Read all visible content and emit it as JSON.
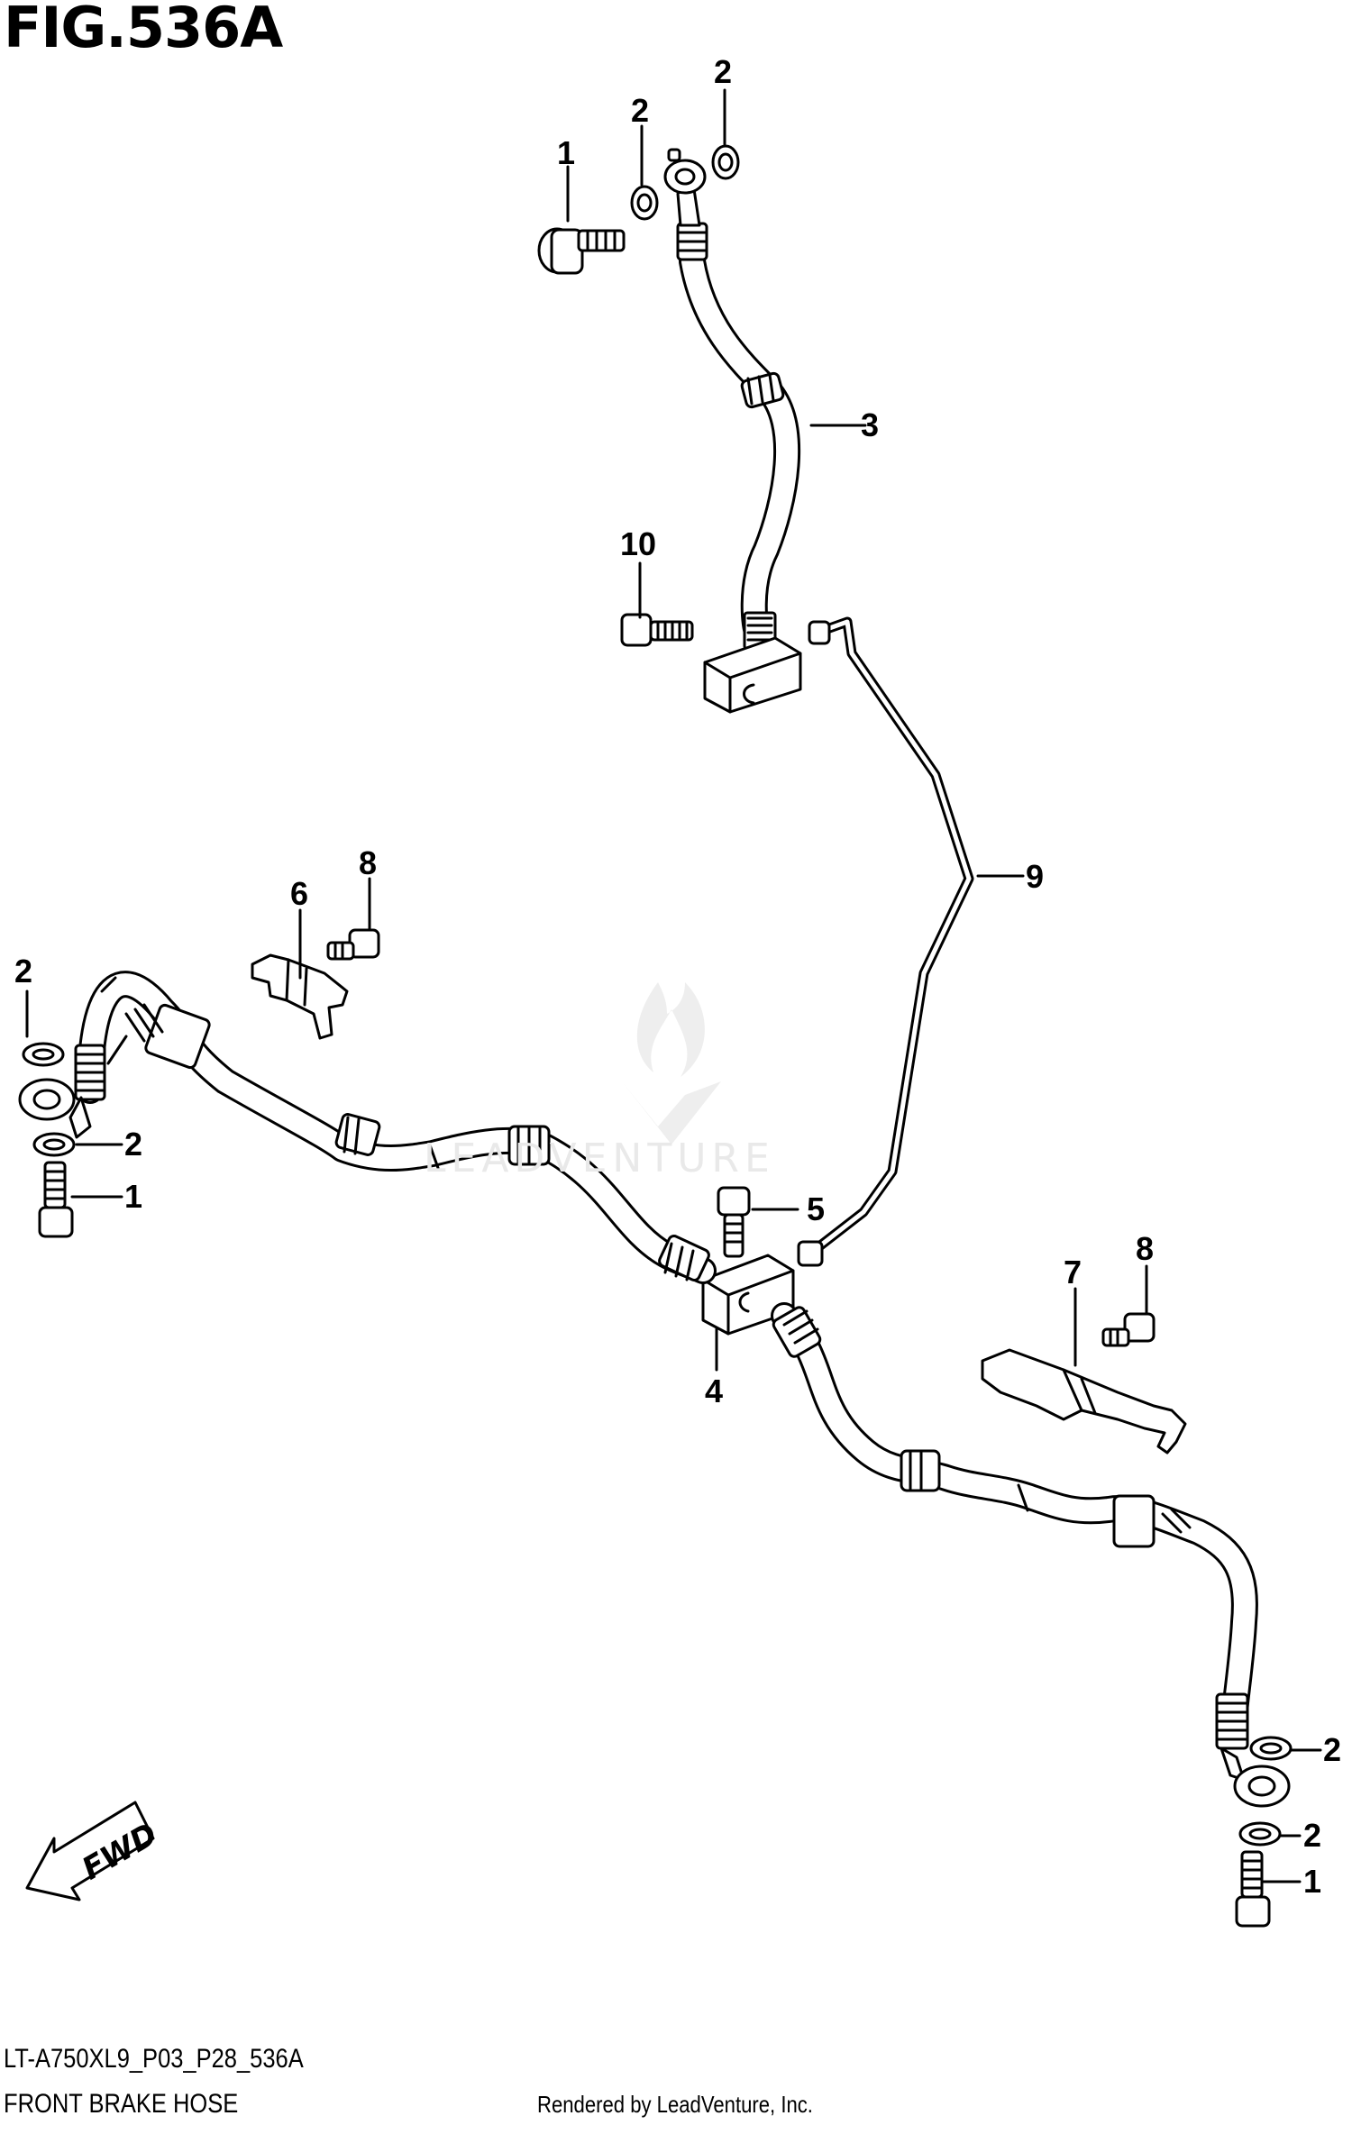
{
  "figure": {
    "title": "FIG.536A",
    "model_code": "LT-A750XL9_P03_P28_536A",
    "name": "FRONT BRAKE HOSE",
    "render_credit": "Rendered by LeadVenture, Inc.",
    "watermark": "LEADVENTURE",
    "fwd_label": "FWD"
  },
  "callouts": [
    {
      "id": "c1a",
      "label": "1",
      "part": "bolt"
    },
    {
      "id": "c2a",
      "label": "2",
      "part": "washer"
    },
    {
      "id": "c2b",
      "label": "2",
      "part": "washer"
    },
    {
      "id": "c3",
      "label": "3",
      "part": "upper brake hose"
    },
    {
      "id": "c10",
      "label": "10",
      "part": "bolt"
    },
    {
      "id": "c9",
      "label": "9",
      "part": "brake pipe"
    },
    {
      "id": "c6",
      "label": "6",
      "part": "left hose clamp"
    },
    {
      "id": "c8a",
      "label": "8",
      "part": "bolt"
    },
    {
      "id": "c2c",
      "label": "2",
      "part": "washer"
    },
    {
      "id": "c2d",
      "label": "2",
      "part": "washer"
    },
    {
      "id": "c1b",
      "label": "1",
      "part": "bolt"
    },
    {
      "id": "c5",
      "label": "5",
      "part": "bolt"
    },
    {
      "id": "c4",
      "label": "4",
      "part": "joint"
    },
    {
      "id": "c8b",
      "label": "8",
      "part": "bolt"
    },
    {
      "id": "c7",
      "label": "7",
      "part": "right hose clamp"
    },
    {
      "id": "c2e",
      "label": "2",
      "part": "washer"
    },
    {
      "id": "c2f",
      "label": "2",
      "part": "washer"
    },
    {
      "id": "c1c",
      "label": "1",
      "part": "bolt"
    }
  ]
}
